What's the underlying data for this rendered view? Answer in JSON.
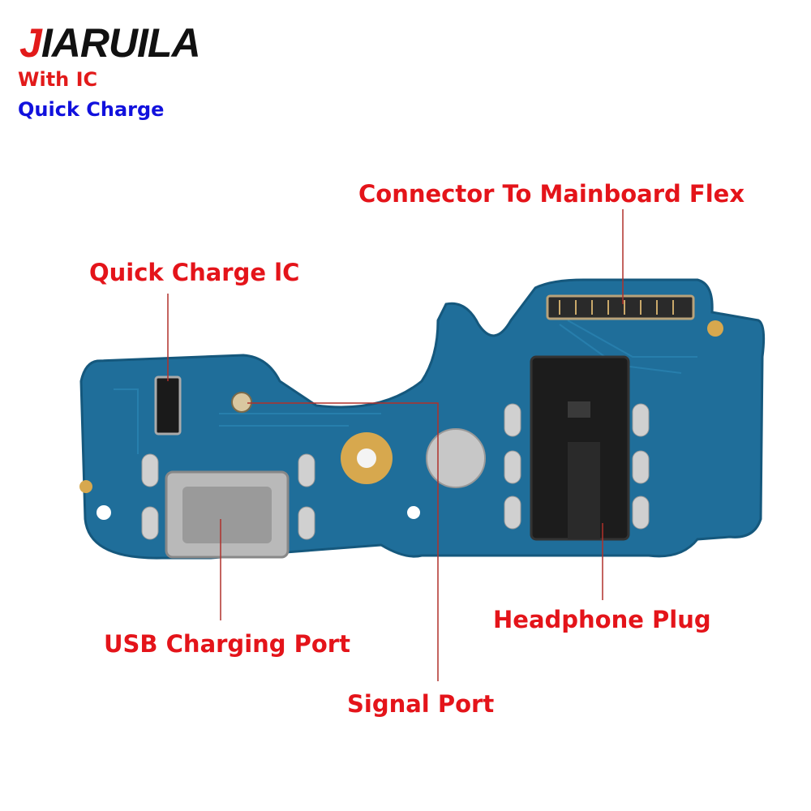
{
  "brand": {
    "logo_text": "JIARUILA",
    "logo_first_letter": "J",
    "logo_rest": "IARUILA"
  },
  "tags": {
    "with_ic": "With IC",
    "quick_charge": "Quick Charge"
  },
  "labels": {
    "connector": "Connector To Mainboard Flex",
    "quick_charge_ic": "Quick Charge lC",
    "usb_port": "USB Charging Port",
    "headphone": "Headphone Plug",
    "signal_port": "Signal Port"
  },
  "colors": {
    "label_red": "#e4141a",
    "tag_blue": "#1111dd",
    "board": "#1e6f9e",
    "leader": "#b0302a"
  }
}
